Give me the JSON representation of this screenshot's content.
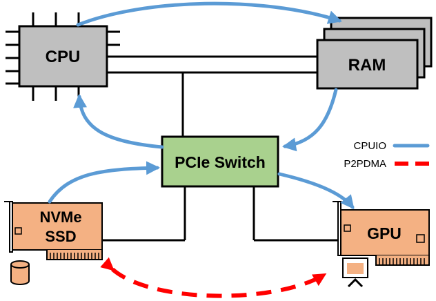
{
  "nodes": {
    "cpu": {
      "label": "CPU",
      "fill": "#bfbfbf"
    },
    "ram": {
      "label": "RAM",
      "fill": "#bfbfbf"
    },
    "pcie_switch": {
      "label": "PCIe Switch",
      "fill": "#a9d18e"
    },
    "nvme_ssd": {
      "label_line1": "NVMe",
      "label_line2": "SSD",
      "fill": "#f4b183"
    },
    "gpu": {
      "label": "GPU",
      "fill": "#f4b183"
    }
  },
  "legend": [
    {
      "label": "CPUIO",
      "color": "#5b9bd5",
      "style": "solid"
    },
    {
      "label": "P2PDMA",
      "color": "#ff0000",
      "style": "dashed"
    }
  ],
  "colors": {
    "cpuio": "#5b9bd5",
    "p2pdma": "#ff0000",
    "wire": "#000000"
  }
}
